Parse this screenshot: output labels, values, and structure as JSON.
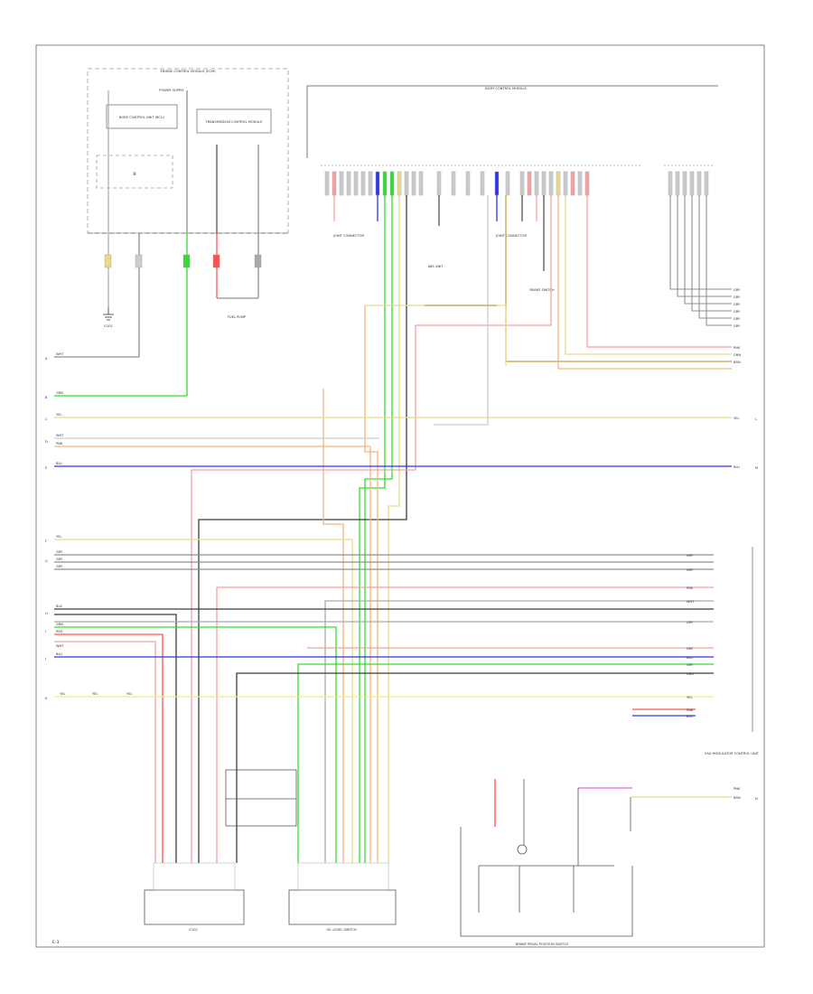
{
  "diagram": {
    "modules": {
      "engine_control": "ENGINE CONTROL MODULE (ECM)",
      "power_supply": "POWER SUPPLY",
      "tcm": "TRANSMISSION CONTROL MODULE",
      "bcm": "BODY CONTROL MODULE",
      "body_control_unit": "BODY CONTROL UNIT (BCU)",
      "fuel_pump": "FUEL PUMP",
      "brake_switch": "BRAKE SWITCH",
      "vsa": "VSA MODULATOR CONTROL UNIT",
      "oil_level": "OIL LEVEL SWITCH",
      "abs_unit": "ABS UNIT",
      "joint_l": "JOINT CONNECTOR",
      "joint_r": "JOINT CONNECTOR",
      "ground_l": "G101",
      "ground_r": "G102",
      "bottom_title": "BRAKE PEDAL POSITION SWITCH"
    },
    "side_labels": [
      "A",
      "B",
      "C",
      "D",
      "E",
      "F",
      "G",
      "H",
      "I",
      "J",
      "K",
      "L",
      "M",
      "N"
    ],
    "page_tag": "E-3",
    "wire_labels": {
      "left": [
        "WHT",
        "GRN",
        "YEL",
        "WHT",
        "PNK",
        "BLU",
        "YEL",
        "GRY",
        "GRY",
        "GRY",
        "BLK",
        "GRN",
        "RED",
        "WHT",
        "BLU",
        "YEL",
        "YEL",
        "YEL"
      ],
      "right": [
        "GRY",
        "GRY",
        "GRY",
        "GRY",
        "GRY",
        "GRY",
        "PNK",
        "ORN",
        "BRN",
        "YEL",
        "BLU",
        "GRY",
        "GRY",
        "PNK",
        "WHT",
        "GRY",
        "GRY",
        "GRY",
        "GRN",
        "BLU",
        "YEL",
        "PNK",
        "BLU",
        "PNK",
        "BRN"
      ]
    },
    "colors": {
      "gray": "#8f8f8f",
      "dark": "#3c3c3c",
      "green": "#33dd33",
      "yellow": "#e8dc8c",
      "blue": "#3030f0",
      "pink": "#f8a0a0",
      "orange": "#f6b47c",
      "red": "#ff5050",
      "magenta": "#f064f0",
      "brown": "#c8a050"
    }
  }
}
